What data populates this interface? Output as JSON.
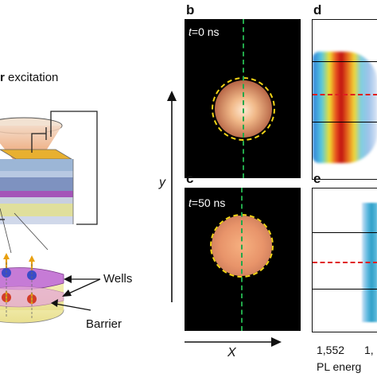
{
  "excitation": {
    "prefix": "r",
    "text": "excitation"
  },
  "labels": {
    "wells": "Wells",
    "barrier": "Barrier"
  },
  "axes": {
    "y": "y",
    "x": "X",
    "pl_energy": "PL energ",
    "tick1": "1,552",
    "tick2": "1,"
  },
  "panels": {
    "b": {
      "letter": "b",
      "time_var": "t",
      "time_val": "=0 ns"
    },
    "c": {
      "letter": "c",
      "time_var": "t",
      "time_val": "=50 ns"
    },
    "d": {
      "letter": "d"
    },
    "e": {
      "letter": "e"
    }
  },
  "colors": {
    "guide_green": "#22a84a",
    "ring_yellow": "#f2d516",
    "red_dash": "#e02020"
  }
}
